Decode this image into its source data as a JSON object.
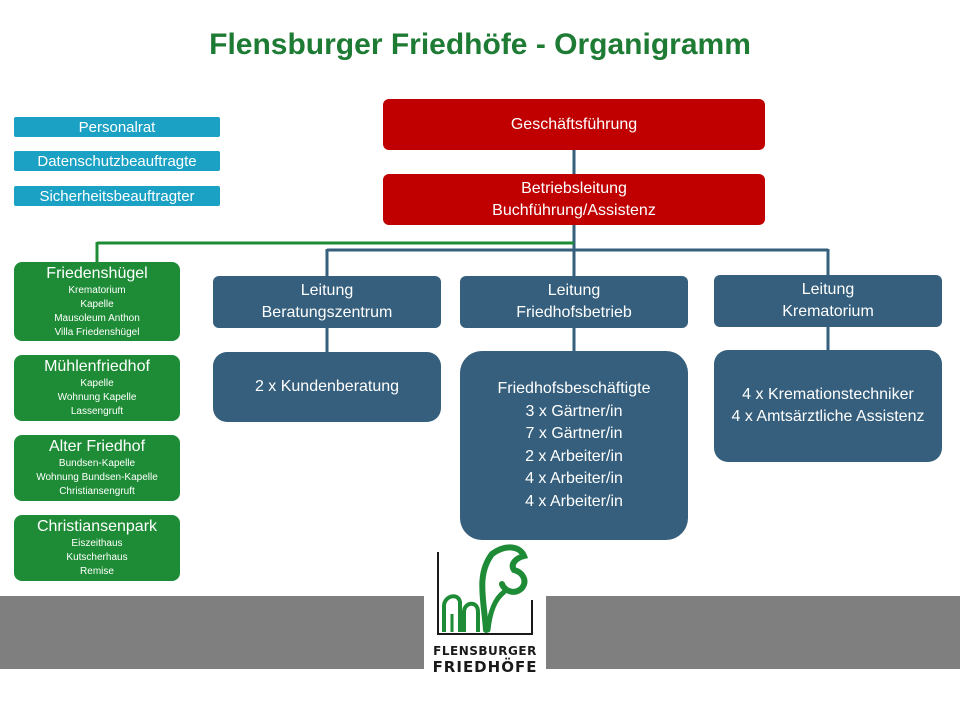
{
  "title": "Flensburger Friedhöfe - Organigramm",
  "staff_functions": [
    "Personalrat",
    "Datenschutzbeauftragte",
    "Sicherheitsbeauftragter"
  ],
  "management": {
    "top": "Geschäftsführung",
    "second": [
      "Betriebsleitung",
      "Buchführung/Assistenz"
    ]
  },
  "cemeteries": [
    {
      "name": "Friedenshügel",
      "items": [
        "Krematorium",
        "Kapelle",
        "Mausoleum Anthon",
        "Villa Friedenshügel"
      ]
    },
    {
      "name": "Mühlenfriedhof",
      "items": [
        "Kapelle",
        "Wohnung Kapelle",
        "Lassengruft"
      ]
    },
    {
      "name": "Alter Friedhof",
      "items": [
        "Bundsen-Kapelle",
        "Wohnung Bundsen-Kapelle",
        "Christiansengruft"
      ]
    },
    {
      "name": "Christiansenpark",
      "items": [
        "Eiszeithaus",
        "Kutscherhaus",
        "Remise"
      ]
    }
  ],
  "departments": [
    {
      "head": [
        "Leitung",
        "Beratungszentrum"
      ],
      "staff": [
        "2 x Kundenberatung"
      ]
    },
    {
      "head": [
        "Leitung",
        "Friedhofsbetrieb"
      ],
      "staff": [
        "Friedhofsbeschäftigte",
        "3 x Gärtner/in",
        "7 x Gärtner/in",
        "2 x Arbeiter/in",
        "4 x Arbeiter/in",
        "4 x Arbeiter/in"
      ]
    },
    {
      "head": [
        "Leitung",
        "Krematorium"
      ],
      "staff": [
        "4 x Kremationstechniker",
        "4 x Amtsärztliche Assistenz"
      ]
    }
  ],
  "logo": {
    "line1": "FLENSBURGER",
    "line2": "FRIEDHÖFE"
  },
  "colors": {
    "title": "#1e7b34",
    "management": "#c00000",
    "staff_functions": "#1ba1c4",
    "cemeteries": "#1e8c36",
    "departments": "#355f7c",
    "band": "#7f7f7f"
  }
}
